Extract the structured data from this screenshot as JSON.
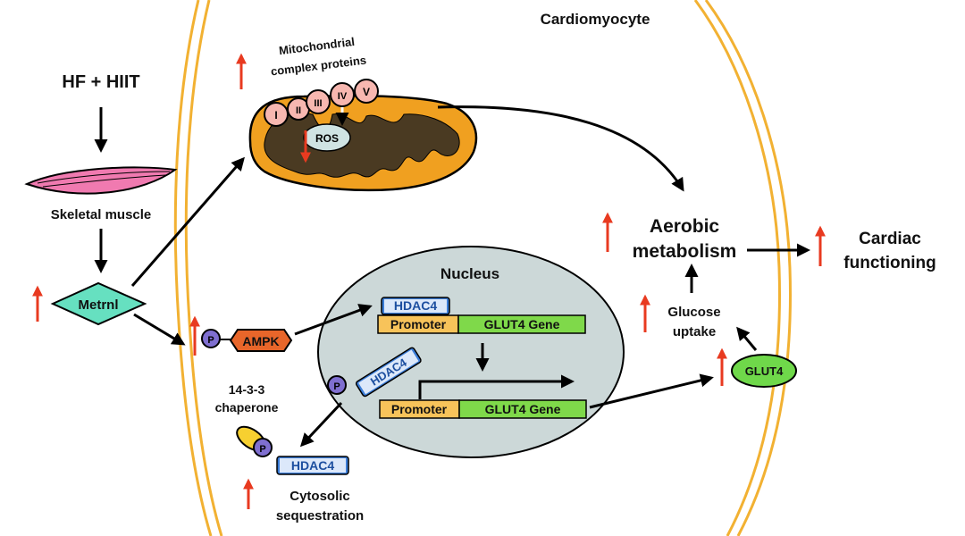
{
  "diagram": {
    "title": "Cardiomyocyte",
    "stimulus": "HF + HIIT",
    "skeletal_muscle": "Skeletal muscle",
    "metrnl": "Metrnl",
    "ampk": "AMPK",
    "phospho": "P",
    "mito_title_line1": "Mitochondrial",
    "mito_title_line2": "complex proteins",
    "complexes": [
      "I",
      "II",
      "III",
      "IV",
      "V"
    ],
    "ros": "ROS",
    "nucleus": "Nucleus",
    "hdac4": "HDAC4",
    "promoter": "Promoter",
    "glut4_gene": "GLUT4 Gene",
    "chaperone_line1": "14-3-3",
    "chaperone_line2": "chaperone",
    "cytosolic_line1": "Cytosolic",
    "cytosolic_line2": "sequestration",
    "aerobic_line1": "Aerobic",
    "aerobic_line2": "metabolism",
    "glucose_line1": "Glucose",
    "glucose_line2": "uptake",
    "glut4": "GLUT4",
    "cardiac_line1": "Cardiac",
    "cardiac_line2": "functioning"
  },
  "colors": {
    "membrane": "#f2b132",
    "mito_outer": "#f0a020",
    "mito_inner": "#4a3a22",
    "complex_fill": "#f7b7b0",
    "nucleus_fill": "#ccd8d8",
    "hdac_fill": "#3b7dd8",
    "promoter_fill": "#f7c35a",
    "gene_fill": "#7fd94a",
    "metrnl_fill": "#66e0c0",
    "ampk_fill": "#e8662a",
    "glut4_fill": "#6fd84a",
    "muscle_fill": "#f07ab0",
    "phospho_fill": "#7f6fd0",
    "chaperone_fill": "#f7d030",
    "up_arrow": "#e83a20"
  }
}
